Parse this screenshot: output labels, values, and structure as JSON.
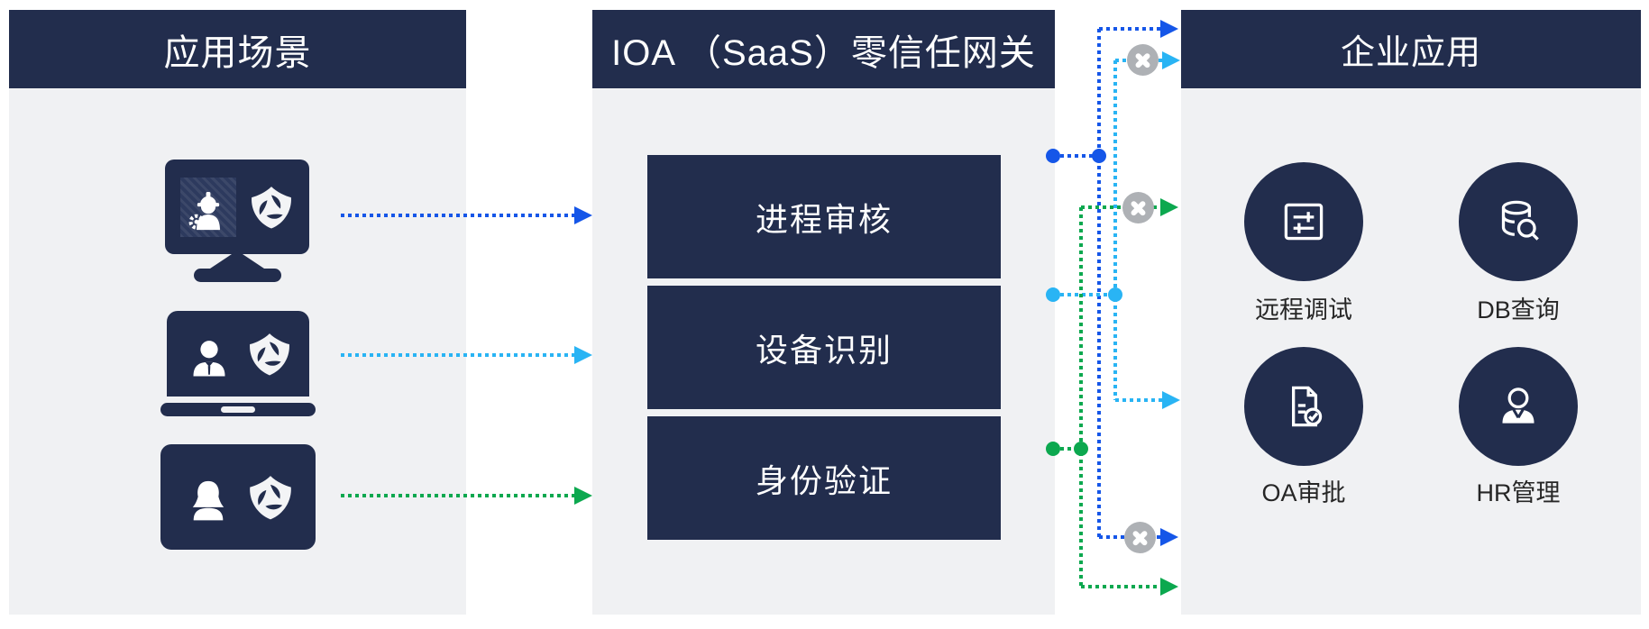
{
  "colors": {
    "navy": "#222d4d",
    "panel_bg": "#f0f1f3",
    "blue_flow": "#1556e8",
    "cyan_flow": "#29b4f4",
    "green_flow": "#0ca84f",
    "blocked_gray": "#aeb1b5",
    "label_dark": "#262626",
    "white": "#ffffff"
  },
  "left_panel": {
    "title": "应用场景",
    "devices": [
      {
        "name": "desktop-with-worker",
        "figure": "worker-icon",
        "logo": "shield-logo"
      },
      {
        "name": "laptop-with-businessman",
        "figure": "businessman-icon",
        "logo": "shield-logo"
      },
      {
        "name": "tablet-with-woman",
        "figure": "woman-icon",
        "logo": "shield-logo"
      }
    ]
  },
  "middle_panel": {
    "title": "IOA （SaaS）零信任网关",
    "modules": [
      {
        "label": "进程审核"
      },
      {
        "label": "设备识别"
      },
      {
        "label": "身份验证"
      }
    ]
  },
  "right_panel": {
    "title": "企业应用",
    "apps": [
      {
        "label": "远程调试",
        "icon": "remote-debug-sliders-icon"
      },
      {
        "label": "DB查询",
        "icon": "database-search-icon"
      },
      {
        "label": "OA审批",
        "icon": "document-approve-icon"
      },
      {
        "label": "HR管理",
        "icon": "user-icon"
      }
    ]
  },
  "connections": {
    "device_to_gateway": [
      {
        "from": "desktop-with-worker",
        "color": "blue"
      },
      {
        "from": "laptop-with-businessman",
        "color": "cyan"
      },
      {
        "from": "tablet-with-woman",
        "color": "green"
      }
    ],
    "gateway_to_apps": [
      {
        "color": "blue",
        "blocked": false
      },
      {
        "color": "cyan",
        "blocked": true
      },
      {
        "color": "green",
        "blocked": true
      },
      {
        "color": "cyan",
        "blocked": false
      },
      {
        "color": "blue",
        "blocked": true
      },
      {
        "color": "green",
        "blocked": false
      }
    ]
  }
}
